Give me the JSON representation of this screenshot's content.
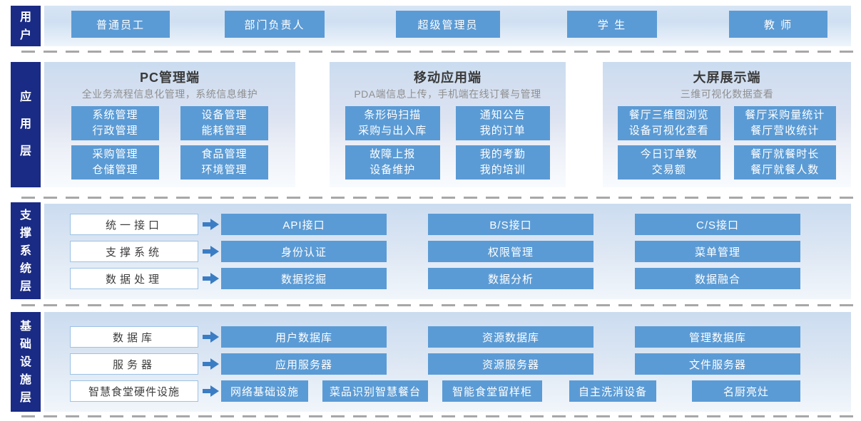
{
  "users": {
    "label": "用户",
    "items": [
      "普通员工",
      "部门负责人",
      "超级管理员",
      "学 生",
      "教 师"
    ]
  },
  "application": {
    "label": "应用层",
    "sections": [
      {
        "title": "PC管理端",
        "subtitle": "全业务流程信息化管理，系统信息维护",
        "buttons": [
          [
            "系统管理",
            "行政管理"
          ],
          [
            "设备管理",
            "能耗管理"
          ],
          [
            "采购管理",
            "仓储管理"
          ],
          [
            "食品管理",
            "环境管理"
          ]
        ]
      },
      {
        "title": "移动应用端",
        "subtitle": "PDA端信息上传，手机端在线订餐与管理",
        "buttons": [
          [
            "条形码扫描",
            "采购与出入库"
          ],
          [
            "通知公告",
            "我的订单"
          ],
          [
            "故障上报",
            "设备维护"
          ],
          [
            "我的考勤",
            "我的培训"
          ]
        ]
      },
      {
        "title": "大屏展示端",
        "subtitle": "三维可视化数据查看",
        "buttons": [
          [
            "餐厅三维图浏览",
            "设备可视化查看"
          ],
          [
            "餐厅采购量统计",
            "餐厅营收统计"
          ],
          [
            "今日订单数",
            "交易额"
          ],
          [
            "餐厅就餐时长",
            "餐厅就餐人数"
          ]
        ]
      }
    ]
  },
  "support": {
    "label": "支撑系统层",
    "rows": [
      {
        "category": "统一接口",
        "items": [
          "API接口",
          "B/S接口",
          "C/S接口"
        ]
      },
      {
        "category": "支撑系统",
        "items": [
          "身份认证",
          "权限管理",
          "菜单管理"
        ]
      },
      {
        "category": "数据处理",
        "items": [
          "数据挖掘",
          "数据分析",
          "数据融合"
        ]
      }
    ]
  },
  "infrastructure": {
    "label": "基础设施层",
    "rows": [
      {
        "category": "数据库",
        "items": [
          "用户数据库",
          "资源数据库",
          "管理数据库"
        ]
      },
      {
        "category": "服务器",
        "items": [
          "应用服务器",
          "资源服务器",
          "文件服务器"
        ]
      },
      {
        "category": "智慧食堂硬件设施",
        "items": [
          "网络基础设施",
          "菜品识别智慧餐台",
          "智能食堂留样柜",
          "自主洗消设备",
          "名厨亮灶"
        ]
      }
    ]
  },
  "colors": {
    "node_blue": "#5b9bd5",
    "navy": "#1a2b85",
    "arrow_blue": "#3b7dc4",
    "divider_gray": "#a7a7a7",
    "panel_blue": "#cbdcf0"
  }
}
